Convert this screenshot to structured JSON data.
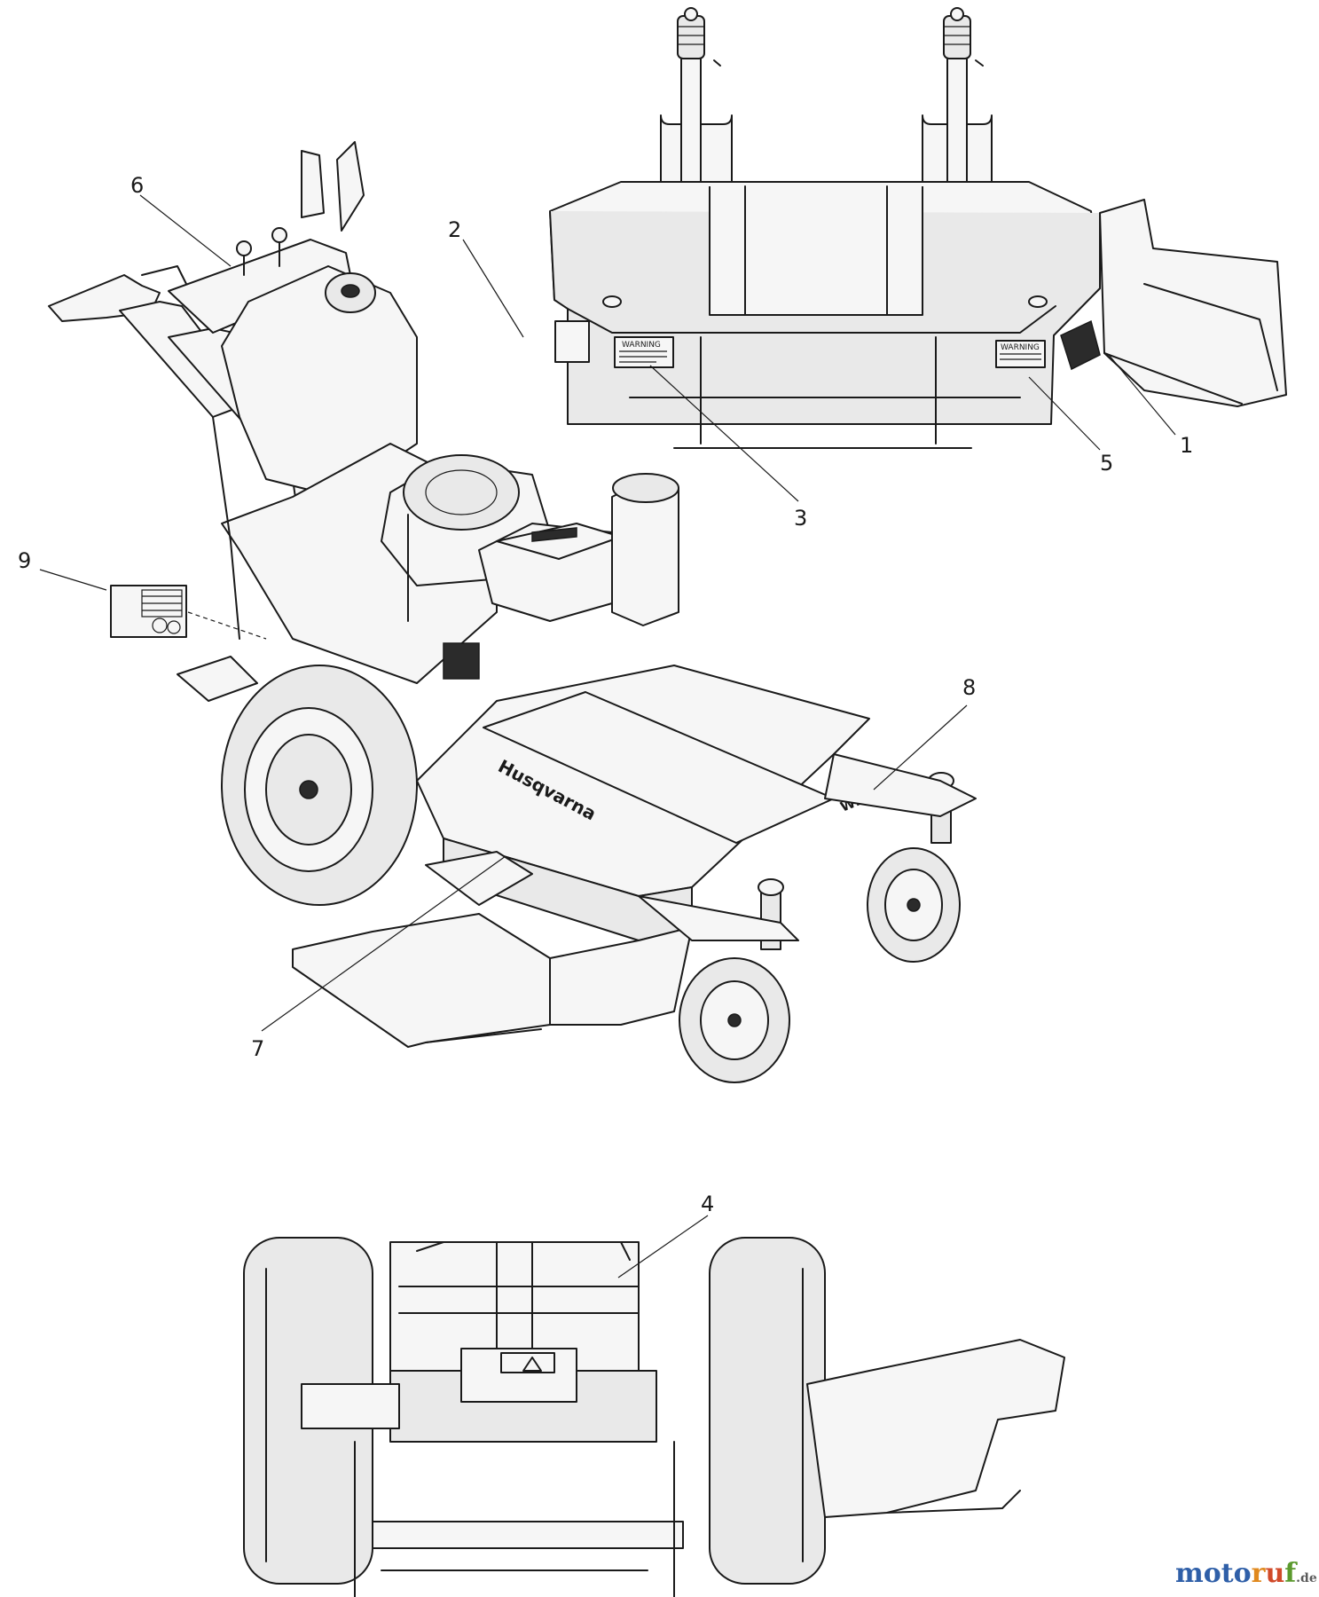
{
  "callouts": [
    {
      "id": "1",
      "label": "1"
    },
    {
      "id": "2",
      "label": "2"
    },
    {
      "id": "3",
      "label": "3"
    },
    {
      "id": "4",
      "label": "4"
    },
    {
      "id": "5",
      "label": "5"
    },
    {
      "id": "6",
      "label": "6"
    },
    {
      "id": "7",
      "label": "7"
    },
    {
      "id": "8",
      "label": "8"
    },
    {
      "id": "9",
      "label": "9"
    }
  ],
  "decals": {
    "warning_left": "WARNING",
    "warning_right": "WARNING",
    "brand_deck": "Husqvarna",
    "model_plate": "WHSE12"
  },
  "watermark": {
    "main_moto": "moto",
    "main_ruf": "ruf",
    "suffix": ".de",
    "colors": {
      "moto": "#2f5fa8",
      "r": "#e0891e",
      "u": "#d14a2a",
      "f": "#5c9a2e",
      "suffix": "#555555"
    }
  }
}
